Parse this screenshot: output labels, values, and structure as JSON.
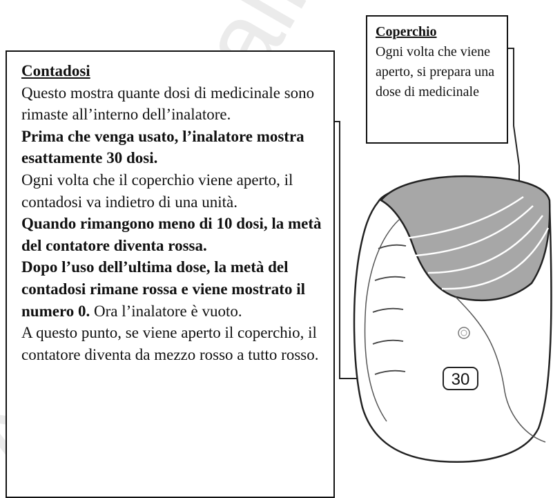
{
  "watermark": {
    "text": "Agenzia Italiana del Farmaco",
    "color": "#d9d9d9"
  },
  "contadosi": {
    "title": "Contadosi",
    "p1": "Questo mostra quante dosi di medicinale sono rimaste all’interno dell’inalatore.",
    "p2": "Prima che venga usato, l’inalatore mostra esattamente 30 dosi.",
    "p3": "Ogni volta che il coperchio viene aperto, il contadosi va indietro di una unità.",
    "p4": "Quando rimangono meno di 10 dosi, la metà del contatore diventa rossa.",
    "p5a": "Dopo l’uso dell’ultima dose, la metà del contadosi rimane rossa e viene mostrato il numero 0.",
    "p5b": " Ora l’inalatore è vuoto.",
    "p6": "A questo punto, se viene aperto il coperchio, il contatore diventa da mezzo rosso a tutto rosso."
  },
  "coperchio": {
    "title": "Coperchio",
    "body": "Ogni volta che viene aperto, si prepara una dose di medicinale"
  },
  "inhaler": {
    "counter_display": "30",
    "colors": {
      "cover": "#a7a7a7",
      "body": "#ffffff",
      "outline": "#222222"
    }
  }
}
